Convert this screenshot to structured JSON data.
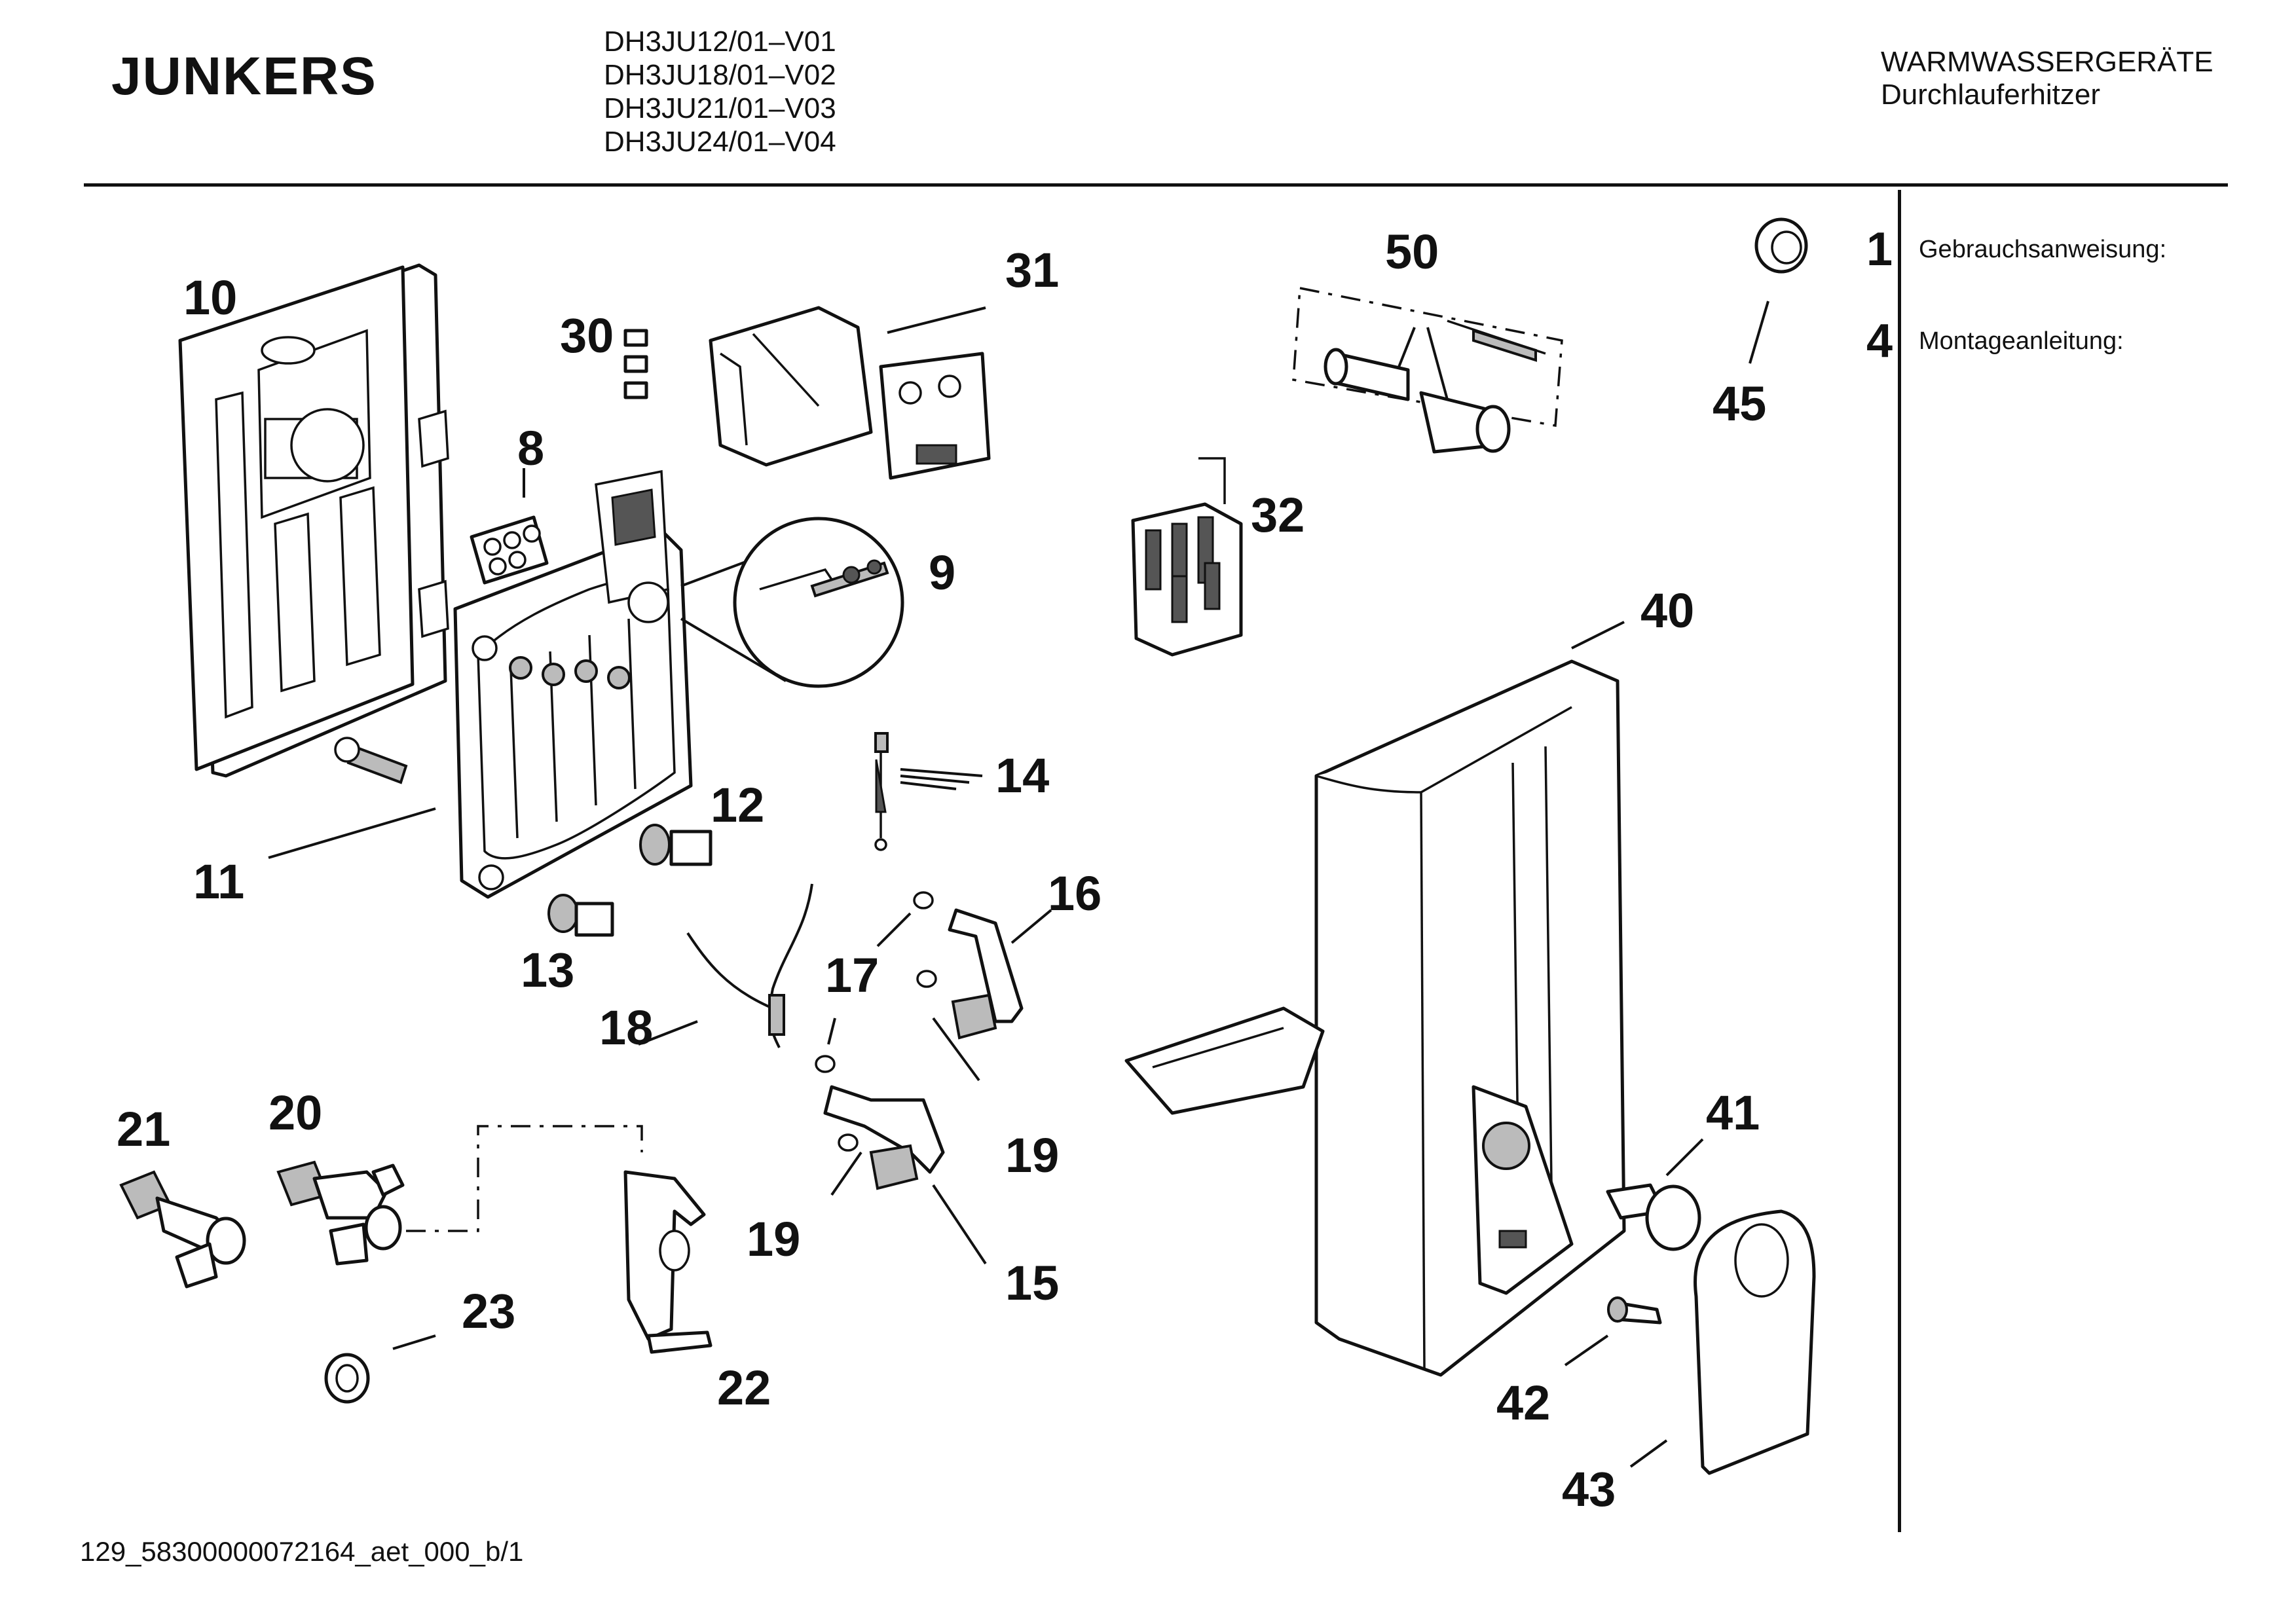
{
  "header": {
    "brand": "JUNKERS",
    "models": [
      "DH3JU12/01–V01",
      "DH3JU18/01–V02",
      "DH3JU21/01–V03",
      "DH3JU24/01–V04"
    ],
    "category": "WARMWASSERGERÄTE",
    "subcategory": "Durchlauferhitzer"
  },
  "documents": [
    {
      "number": "1",
      "label": "Gebrauchsanweisung:"
    },
    {
      "number": "4",
      "label": "Montageanleitung:"
    }
  ],
  "callouts": [
    "10",
    "11",
    "8",
    "30",
    "31",
    "9",
    "12",
    "13",
    "14",
    "16",
    "17",
    "18",
    "19",
    "19",
    "15",
    "21",
    "20",
    "22",
    "23",
    "50",
    "32",
    "40",
    "41",
    "42",
    "43",
    "45"
  ],
  "footer": {
    "document_id": "129_58300000072164_aet_000_b/1"
  }
}
